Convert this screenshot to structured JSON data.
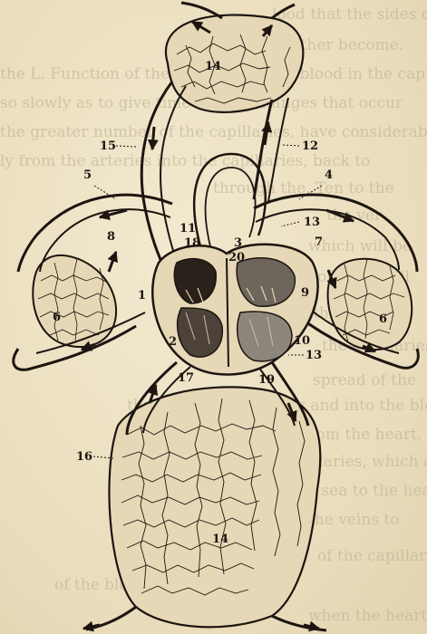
{
  "figure": {
    "labels": {
      "l1": "1",
      "l2": "2",
      "l3": "3",
      "l4": "4",
      "l5": "5",
      "l6a": "6",
      "l6b": "6",
      "l7": "7",
      "l8": "8",
      "l9": "9",
      "l10": "10",
      "l11": "11",
      "l12": "12",
      "l13a": "13",
      "l13b": "13",
      "l14a": "14",
      "l14b": "14",
      "l15": "15",
      "l16": "16",
      "l17": "17",
      "l18": "18",
      "l19": "19",
      "l20": "20"
    }
  },
  "background_text": [
    "lood that the sides of the vess",
    "h other become.",
    "the L. Function of the capillaries. The blood in the capil",
    "so slowly as to give time for the changes that occur",
    "the greater number of the capillaries, have considerable",
    "ly from the arteries into the capillaries, back to",
    "through the. Ten to the",
    "the ver",
    "which will be",
    "of the capill",
    "the arteries",
    "the capillaries,",
    "spread of the",
    "through the capillaries and into the blood",
    "from the point arising from the heart,",
    "in the capillaries, which are",
    "from the sea to the heart",
    "the veins to",
    "of the capillary",
    "of the blood",
    "when the heart"
  ],
  "colors": {
    "ink": "#1c1510",
    "paper": "#ede2c3",
    "ghost": "#b9ad90"
  }
}
